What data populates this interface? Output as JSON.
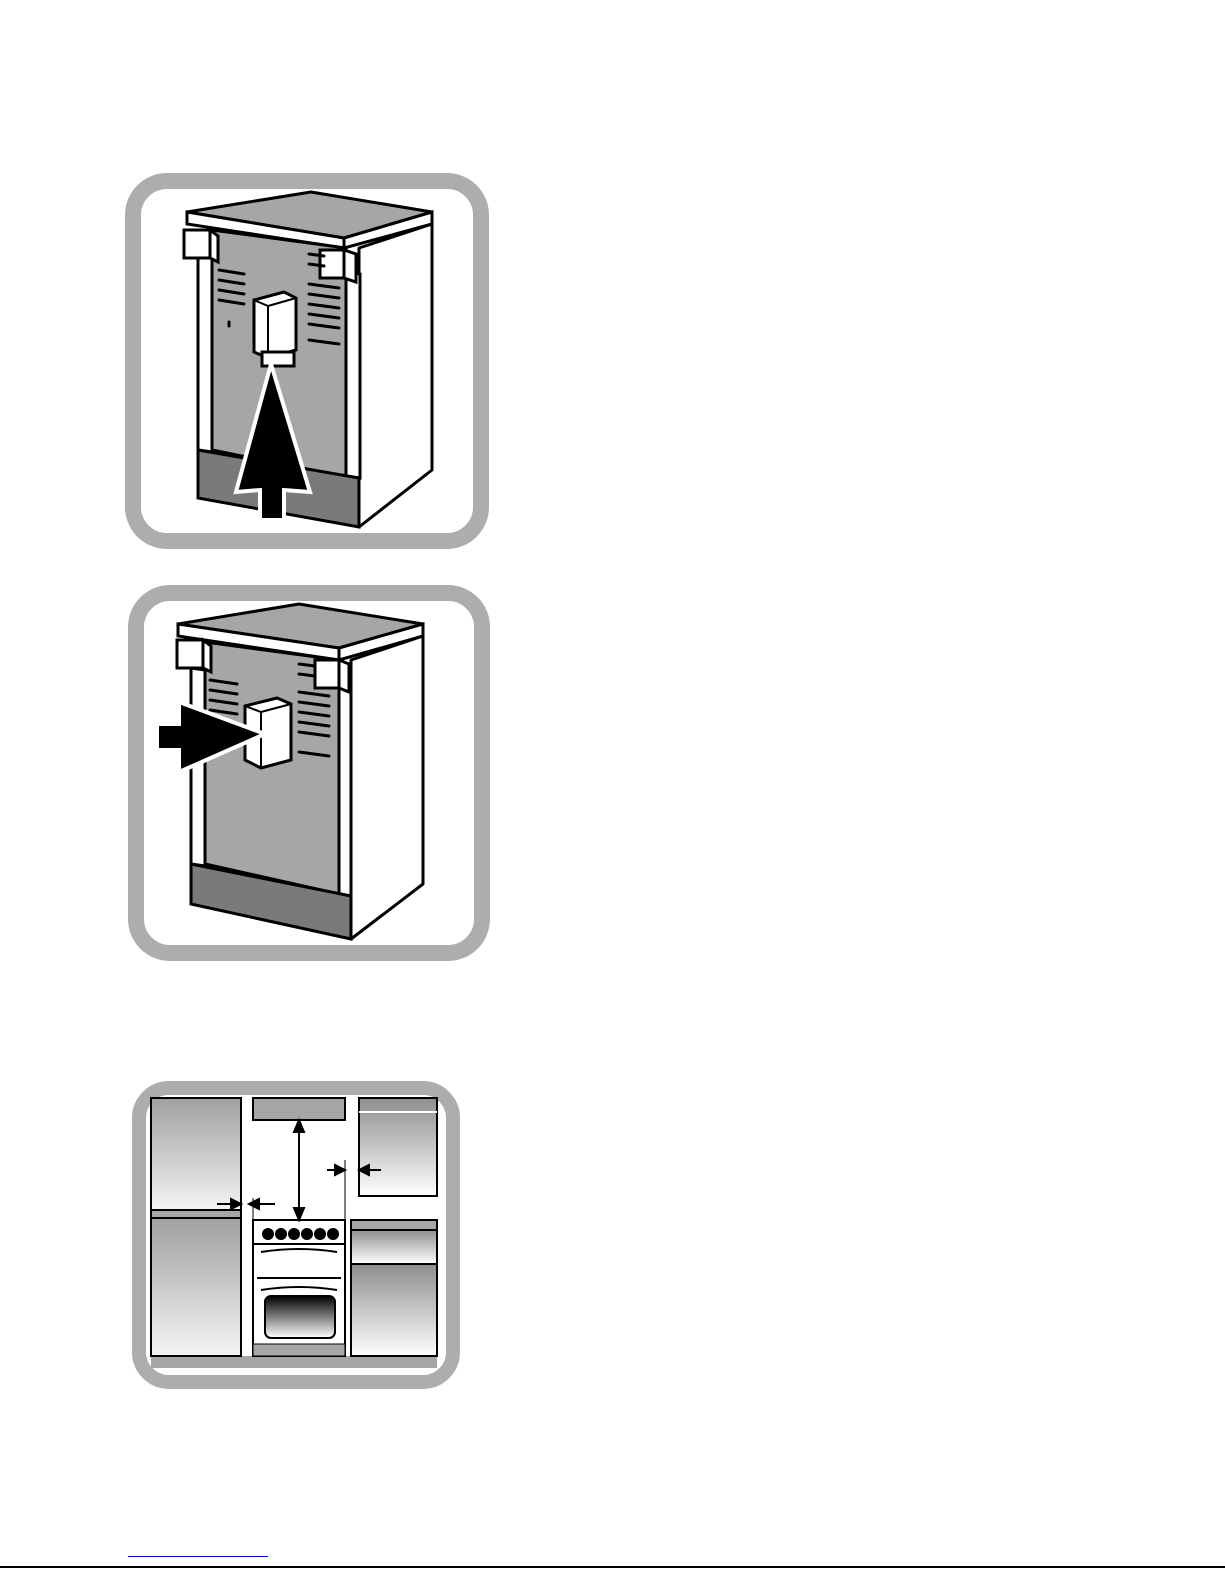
{
  "page": {
    "background": "#ffffff",
    "frame_color": "#adadad",
    "panel_gray": "#a6a6a6",
    "plinth_gray": "#7a7a7a"
  },
  "figures": [
    {
      "id": "fig-1",
      "content": "cooker-rear-view-arrow-up-icon"
    },
    {
      "id": "fig-2",
      "content": "cooker-rear-view-arrow-right-icon"
    },
    {
      "id": "fig-3",
      "content": "kitchen-clearance-diagram-icon"
    }
  ]
}
